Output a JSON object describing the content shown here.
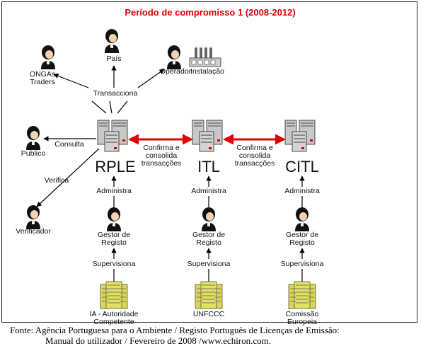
{
  "diagram": {
    "title": "Período de compromisso 1 (2008-2012)",
    "actors": {
      "pais": "País",
      "ongas_line1": "ONGAs",
      "ongas_line2": "Traders",
      "operador": "Operador",
      "instalacao": "Instalação",
      "publico": "Publico",
      "verificador": "Verificador"
    },
    "actions": {
      "transacciona": "Transacciona",
      "consulta": "Consulta",
      "verifica": "Verifica",
      "link_line1": "Confirma e",
      "link_line2": "consolida",
      "link_line3": "transacções"
    },
    "registries": [
      {
        "name": "RPLE",
        "administra": "Administra",
        "gestor_line1": "Gestor de",
        "gestor_line2": "Registo",
        "supervisiona": "Supervisiona",
        "authority_line1": "IA - Autoridade",
        "authority_line2": "Competente"
      },
      {
        "name": "ITL",
        "administra": "Administra",
        "gestor_line1": "Gestor de",
        "gestor_line2": "Registo",
        "supervisiona": "Supervisiona",
        "authority_line1": "UNFCCC",
        "authority_line2": ""
      },
      {
        "name": "CITL",
        "administra": "Administra",
        "gestor_line1": "Gestor de",
        "gestor_line2": "Registo",
        "supervisiona": "Supervisiona",
        "authority_line1": "Comissão",
        "authority_line2": "Europeia"
      }
    ],
    "colors": {
      "title": "#e00000",
      "link_arrow": "#e00000",
      "building": "#d8d84a",
      "server": "#c8c8c8"
    }
  },
  "caption": {
    "line1": "Fonte: Agência Portuguesa para o Ambiente / Registo Português de Licenças de Emissão:",
    "line2": "Manual do utilizador / Fevereiro de 2008 /www.echiron.com."
  }
}
